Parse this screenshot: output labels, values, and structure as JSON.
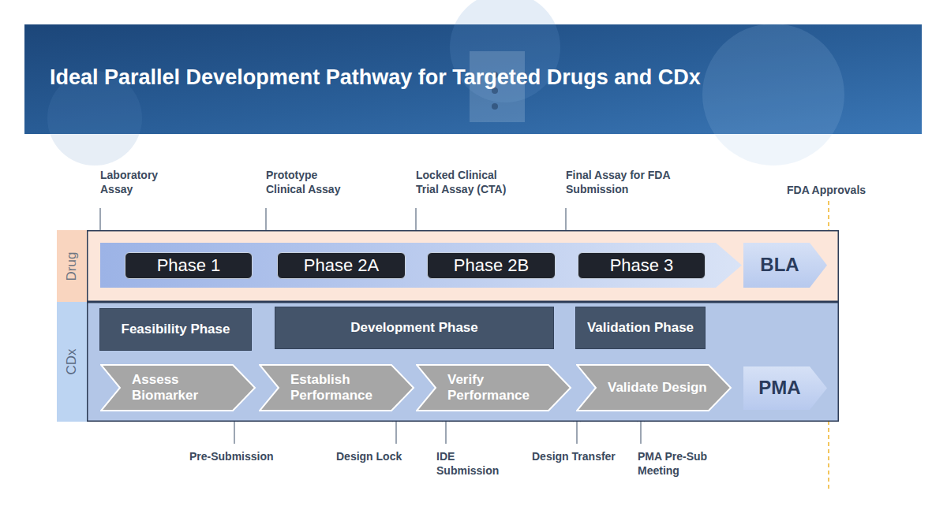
{
  "diagram": {
    "title": "Ideal Parallel Development Pathway for Targeted Drugs and CDx",
    "nodes": [
      {
        "text": [
          "Drug"
        ]
      },
      {
        "text": [
          "Phase 1"
        ],
        "in": 0
      },
      {
        "text": [
          "Phase 2A"
        ],
        "in": 0
      },
      {
        "text": [
          "Phase 2B"
        ],
        "in": 0
      },
      {
        "text": [
          "Phase 3"
        ],
        "in": 0
      },
      {
        "text": [
          "BLA"
        ],
        "in": 0
      },
      {
        "text": [
          "CDx"
        ]
      },
      {
        "text": [
          "Feasibility Phase"
        ],
        "in": 6
      },
      {
        "text": [
          "Development Phase"
        ],
        "in": 6
      },
      {
        "text": [
          "Validation Phase"
        ],
        "in": 6
      },
      {
        "text": [
          "Assess Biomarker"
        ],
        "in": 6
      },
      {
        "text": [
          "Establish Performance"
        ],
        "in": 6
      },
      {
        "text": [
          "Verify Performance"
        ],
        "in": 6
      },
      {
        "text": [
          "Validate Design"
        ],
        "in": 6
      },
      {
        "text": [
          "PMA"
        ],
        "in": 6
      }
    ],
    "labels": [
      "Laboratory Assay",
      "Prototype Clinical Assay",
      "Locked Clinical Trial Assay (CTA)",
      "Final Assay for FDA Submission",
      "FDA Approvals",
      "Pre-Submission",
      "Design Lock",
      "IDE Submission",
      "Design Transfer",
      "PMA Pre-Sub Meeting"
    ]
  }
}
